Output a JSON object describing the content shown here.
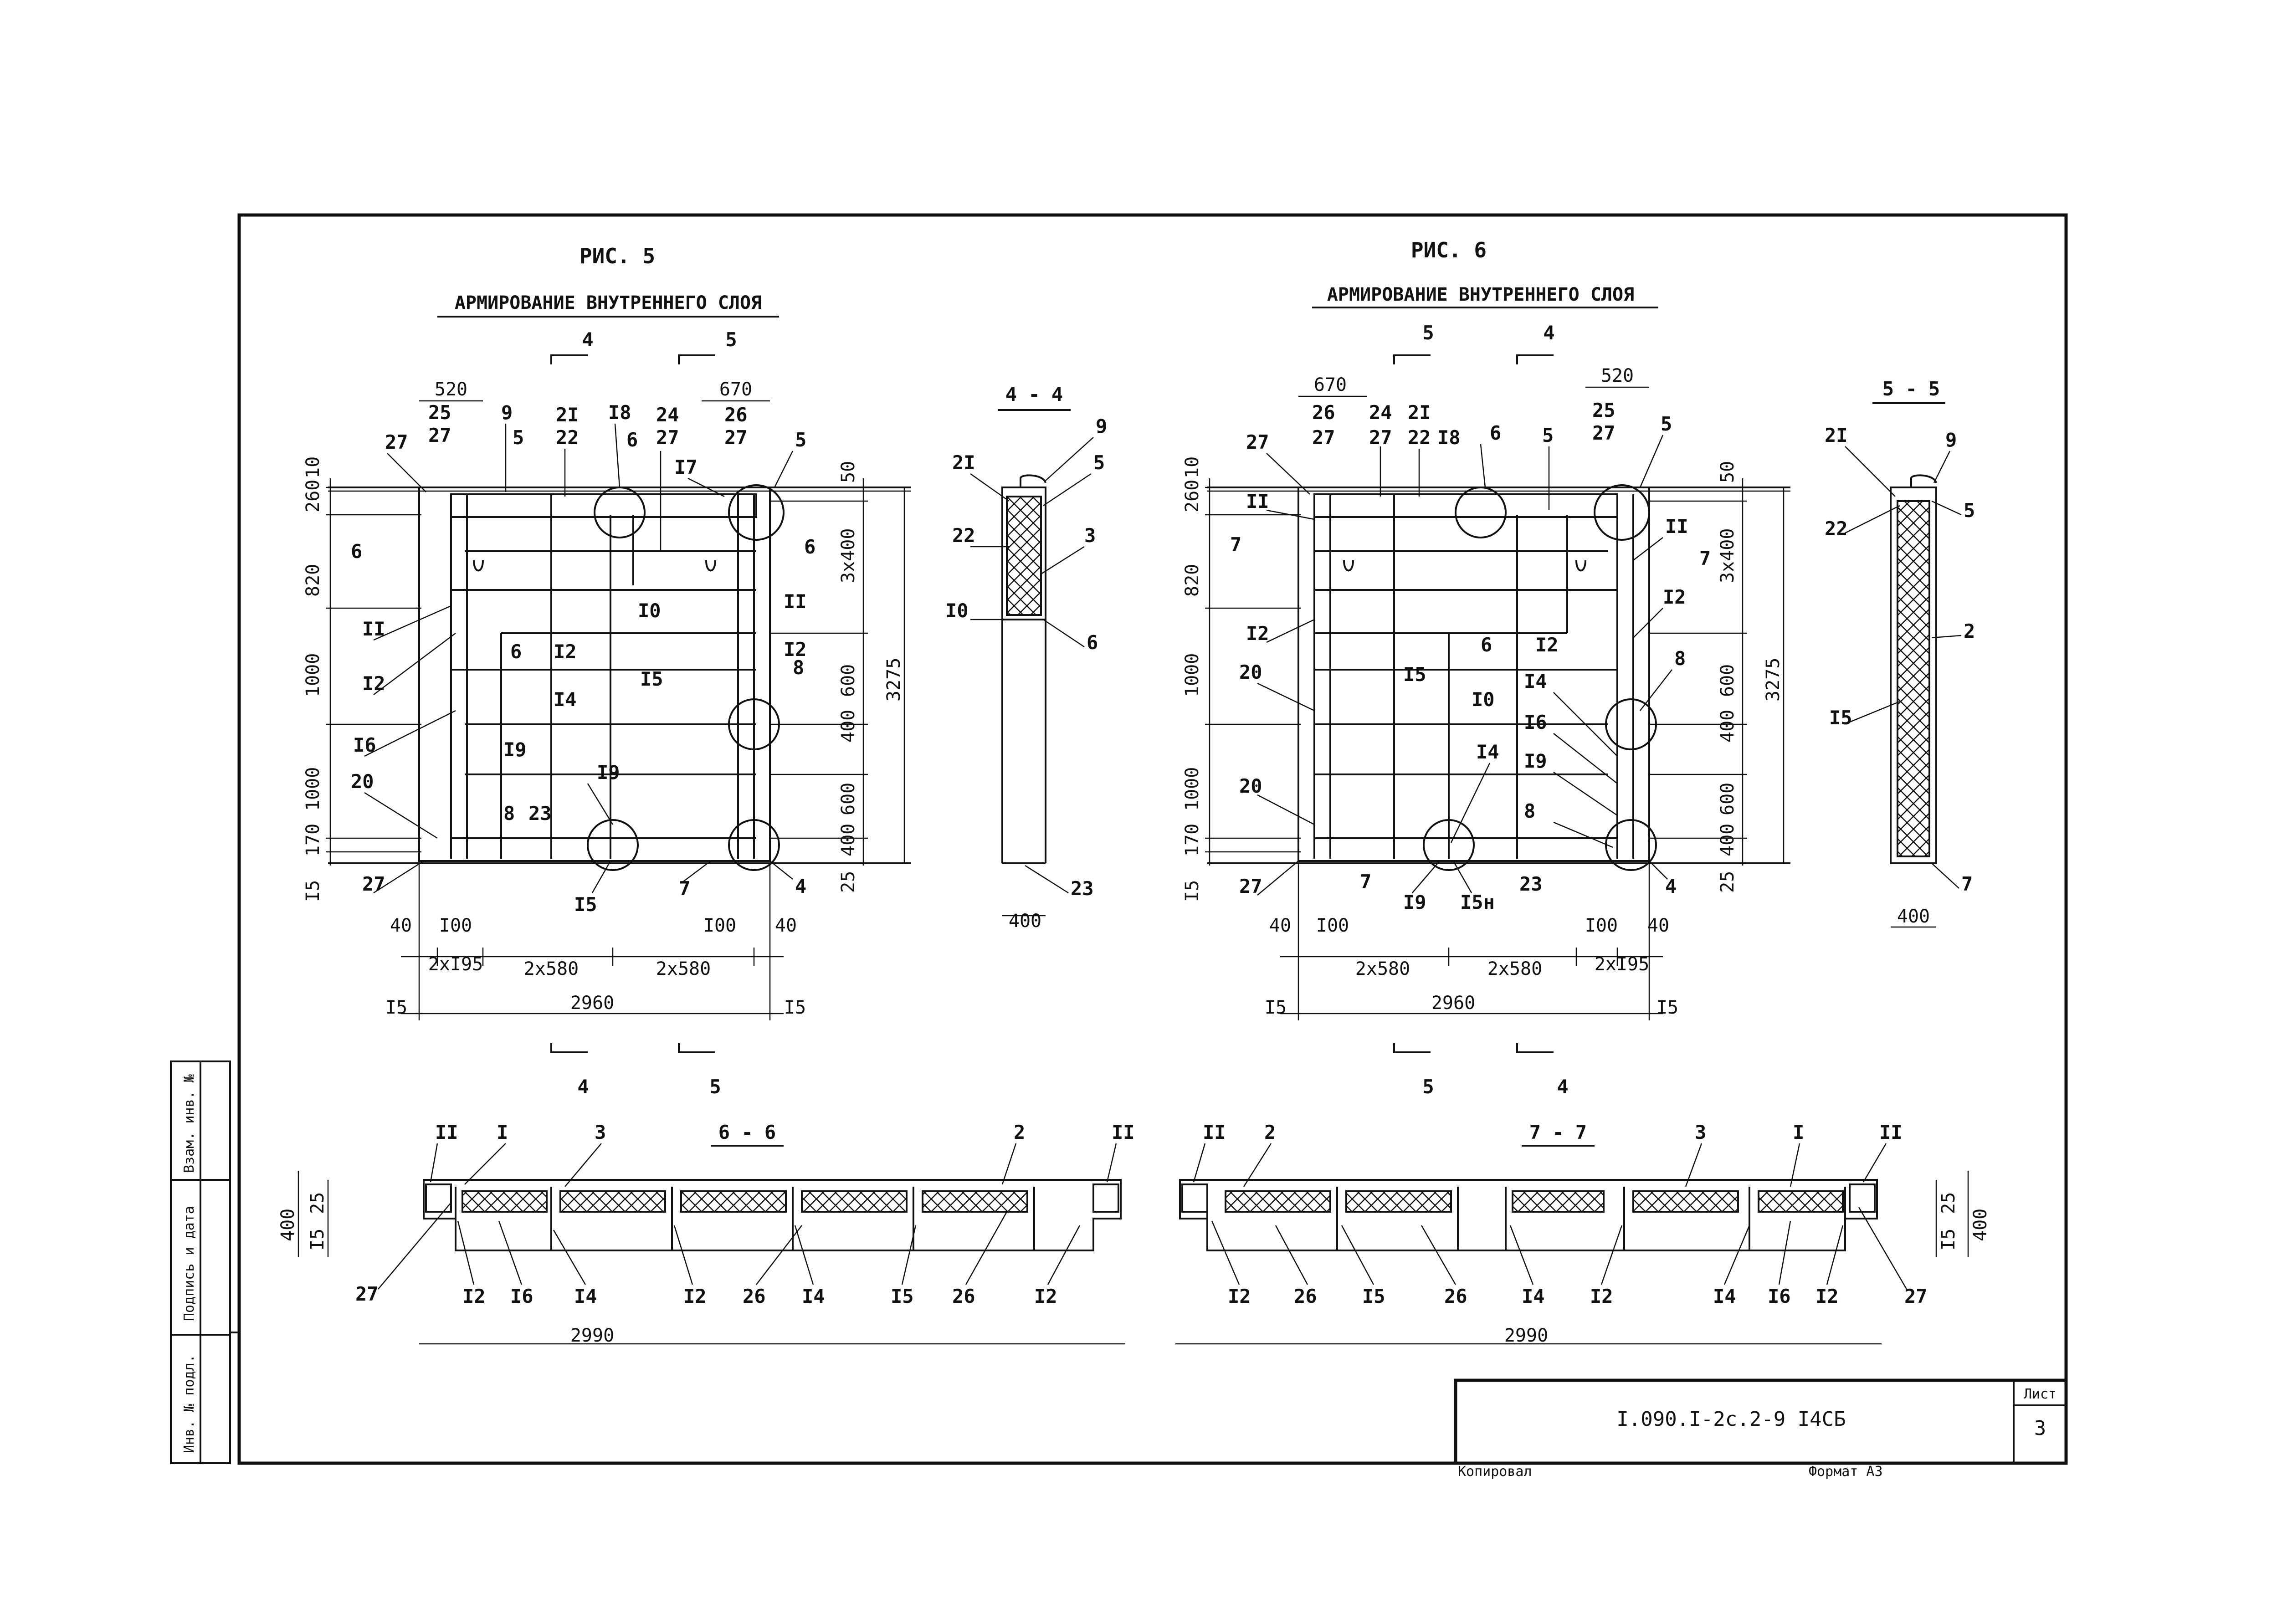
{
  "fig5": {
    "title": "РИС. 5",
    "subtitle": "АРМИРОВАНИЕ ВНУТРЕННЕГО СЛОЯ",
    "sec_top": [
      "4",
      "5"
    ],
    "sec_bottom": [
      "4",
      "5"
    ],
    "dims_top": [
      "520",
      "670"
    ],
    "left_dims": [
      "10",
      "260",
      "820",
      "1000",
      "1000",
      "170",
      "I5"
    ],
    "right_dims": [
      "50",
      "3x400",
      "600",
      "400",
      "600",
      "400",
      "25"
    ],
    "total_height": "3275",
    "bottom_dims_1": [
      "40",
      "I00",
      "I00",
      "40"
    ],
    "bottom_dims_2": [
      "2xI95",
      "2x580",
      "2x580"
    ],
    "total_width": "2960",
    "edge_left": "I5",
    "edge_right": "I5",
    "callouts": [
      "27",
      "25",
      "27",
      "9",
      "5",
      "2I",
      "22",
      "I8",
      "6",
      "24",
      "27",
      "26",
      "27",
      "5",
      "I7",
      "6",
      "6",
      "II",
      "I2",
      "I6",
      "20",
      "27",
      "I0",
      "6",
      "I2",
      "I4",
      "I5",
      "II",
      "I2",
      "8",
      "I9",
      "8",
      "23",
      "I9",
      "I5",
      "7",
      "4"
    ]
  },
  "sec44": {
    "title": "4 - 4",
    "callouts": [
      "9",
      "2I",
      "5",
      "22",
      "3",
      "I0",
      "6",
      "23"
    ],
    "width": "400"
  },
  "fig6": {
    "title": "РИС. 6",
    "subtitle": "АРМИРОВАНИЕ ВНУТРЕННЕГО СЛОЯ",
    "sec_top": [
      "5",
      "4"
    ],
    "sec_bottom": [
      "5",
      "4"
    ],
    "dims_top": [
      "670",
      "520"
    ],
    "left_dims": [
      "10",
      "260",
      "820",
      "1000",
      "1000",
      "170",
      "I5"
    ],
    "right_dims": [
      "50",
      "3x400",
      "600",
      "400",
      "600",
      "400",
      "25"
    ],
    "total_height": "3275",
    "bottom_dims_1": [
      "40",
      "I00",
      "I00",
      "40"
    ],
    "bottom_dims_2": [
      "2x580",
      "2x580",
      "2xI95"
    ],
    "total_width": "2960",
    "edge_left": "I5",
    "edge_right": "I5",
    "callouts": [
      "26",
      "27",
      "24",
      "27",
      "2I",
      "22",
      "I8",
      "6",
      "5",
      "25",
      "27",
      "5",
      "27",
      "II",
      "7",
      "I2",
      "20",
      "20",
      "27",
      "7",
      "I9",
      "I5н",
      "23",
      "I5",
      "I0",
      "6",
      "I2",
      "I4",
      "I4",
      "I6",
      "I9",
      "8",
      "II",
      "7",
      "I2",
      "8",
      "4"
    ]
  },
  "sec55": {
    "title": "5 - 5",
    "callouts": [
      "2I",
      "9",
      "22",
      "5",
      "2",
      "I5",
      "7"
    ],
    "width": "400"
  },
  "sec66": {
    "title": "6 - 6",
    "top_callouts": [
      "II",
      "I",
      "3",
      "2",
      "II"
    ],
    "bottom_callouts": [
      "27",
      "I2",
      "I6",
      "I4",
      "I2",
      "26",
      "I4",
      "I5",
      "26",
      "I2"
    ],
    "left_dims": [
      "25",
      "I5"
    ],
    "height": "400",
    "total_width": "2990"
  },
  "sec77": {
    "title": "7 - 7",
    "top_callouts": [
      "II",
      "2",
      "3",
      "I",
      "II"
    ],
    "bottom_callouts": [
      "I2",
      "26",
      "I5",
      "26",
      "I4",
      "I2",
      "I4",
      "I6",
      "I2",
      "27"
    ],
    "right_dims": [
      "25",
      "I5"
    ],
    "height": "400",
    "total_width": "2990"
  },
  "side_stamp": [
    "Взам. инв. №",
    "Подпись и дата",
    "Инв. № подл."
  ],
  "title_block": {
    "code": "I.090.I-2c.2-9 I4СБ",
    "sheet_label": "Лист",
    "sheet_no": "3"
  },
  "footer": {
    "copy": "Копировал",
    "format": "Формат А3"
  }
}
